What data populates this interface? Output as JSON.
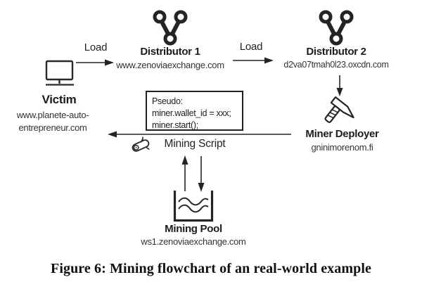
{
  "figure": {
    "caption": "Figure 6: Mining flowchart of an real-world example"
  },
  "nodes": {
    "victim": {
      "label": "Victim",
      "url_lines": [
        "www.planete-auto-",
        "entrepreneur.com"
      ],
      "icon": "monitor-icon"
    },
    "distributor1": {
      "label": "Distributor 1",
      "url": "www.zenoviaexchange.com",
      "icon": "fork-icon"
    },
    "distributor2": {
      "label": "Distributor 2",
      "url": "d2va07tmah0l23.oxcdn.com",
      "icon": "fork-icon"
    },
    "miner_deployer": {
      "label": "Miner Deployer",
      "url": "gninimorenom.fi",
      "icon": "hammer-icon"
    },
    "mining_script": {
      "label": "Mining Script",
      "icon": "scroll-icon"
    },
    "mining_pool": {
      "label": "Mining Pool",
      "url": "ws1.zenoviaexchange.com",
      "icon": "pool-icon"
    }
  },
  "edges": [
    {
      "from": "victim",
      "to": "distributor1",
      "label": "Load"
    },
    {
      "from": "distributor1",
      "to": "distributor2",
      "label": "Load"
    },
    {
      "from": "distributor2",
      "to": "miner_deployer",
      "label": ""
    },
    {
      "from": "miner_deployer",
      "to": "victim",
      "label": ""
    },
    {
      "from": "mining_pool",
      "to": "mining_script",
      "label": ""
    },
    {
      "from": "mining_script",
      "to": "mining_pool",
      "label": ""
    }
  ],
  "pseudo_box": {
    "lines": [
      "Pseudo:",
      "miner.wallet_id = xxx;",
      "miner.start();"
    ]
  },
  "colors": {
    "ink": "#242424",
    "background": "#ffffff"
  }
}
